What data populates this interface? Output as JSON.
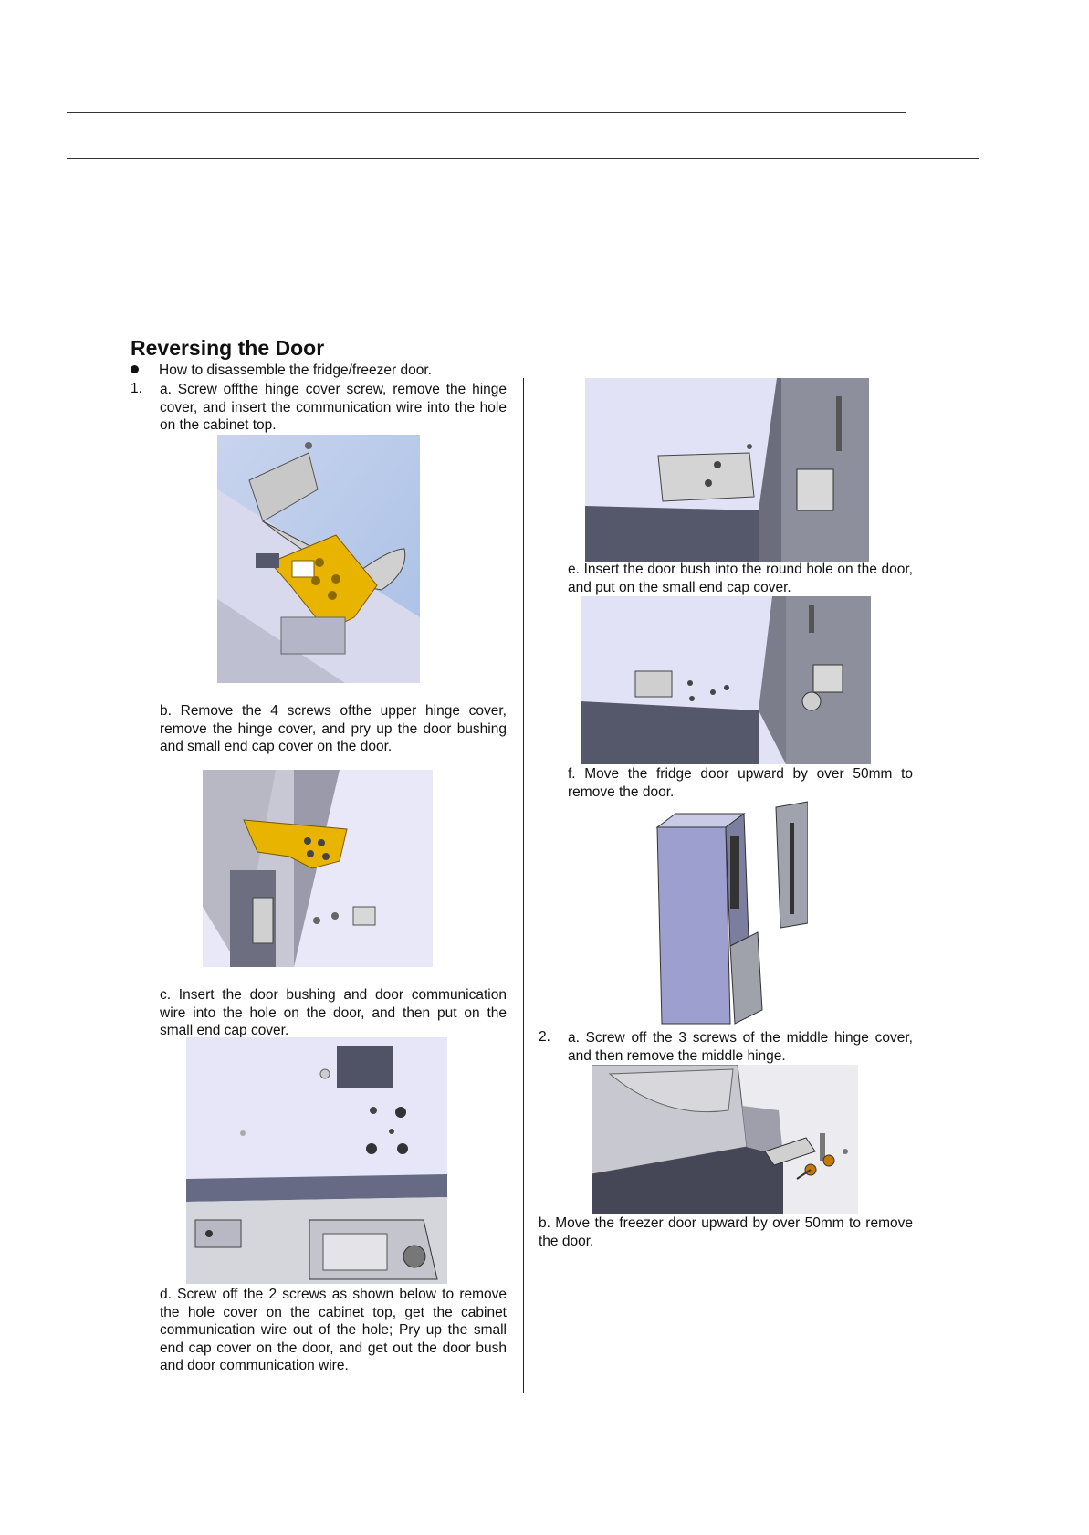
{
  "title": "Reversing the Door",
  "intro": "How to disassemble the fridge/freezer door.",
  "left": {
    "n1": "1.",
    "a": "a. Screw offthe hinge cover screw, remove the hinge cover, and insert the communication wire into the hole on the cabinet top.",
    "b": "b. Remove the 4 screws ofthe upper hinge cover, remove the hinge cover, and pry up the door bushing and small end cap cover on the door.",
    "c": "c. Insert the door bushing and door communication wire into the hole on the door, and then put on the small end cap cover.",
    "d": "d. Screw off the 2 screws as shown below to remove the hole cover on the cabinet top, get the cabinet communication wire out of the hole; Pry up the small end cap cover on the door, and get out the door bush and door communication wire."
  },
  "right": {
    "e": "e. Insert the door bush into the round hole on the door, and put on the small end cap cover.",
    "f": "f. Move the fridge door upward by over 50mm to remove the door.",
    "n2": "2.",
    "a2": "a. Screw off the 3 screws of the middle hinge cover, and then remove the middle hinge.",
    "b2": "b. Move the freezer door upward by over 50mm to remove the door."
  },
  "colors": {
    "hinge": "#e8b400",
    "panel": "#dcdcf0",
    "door": "#55576b"
  }
}
